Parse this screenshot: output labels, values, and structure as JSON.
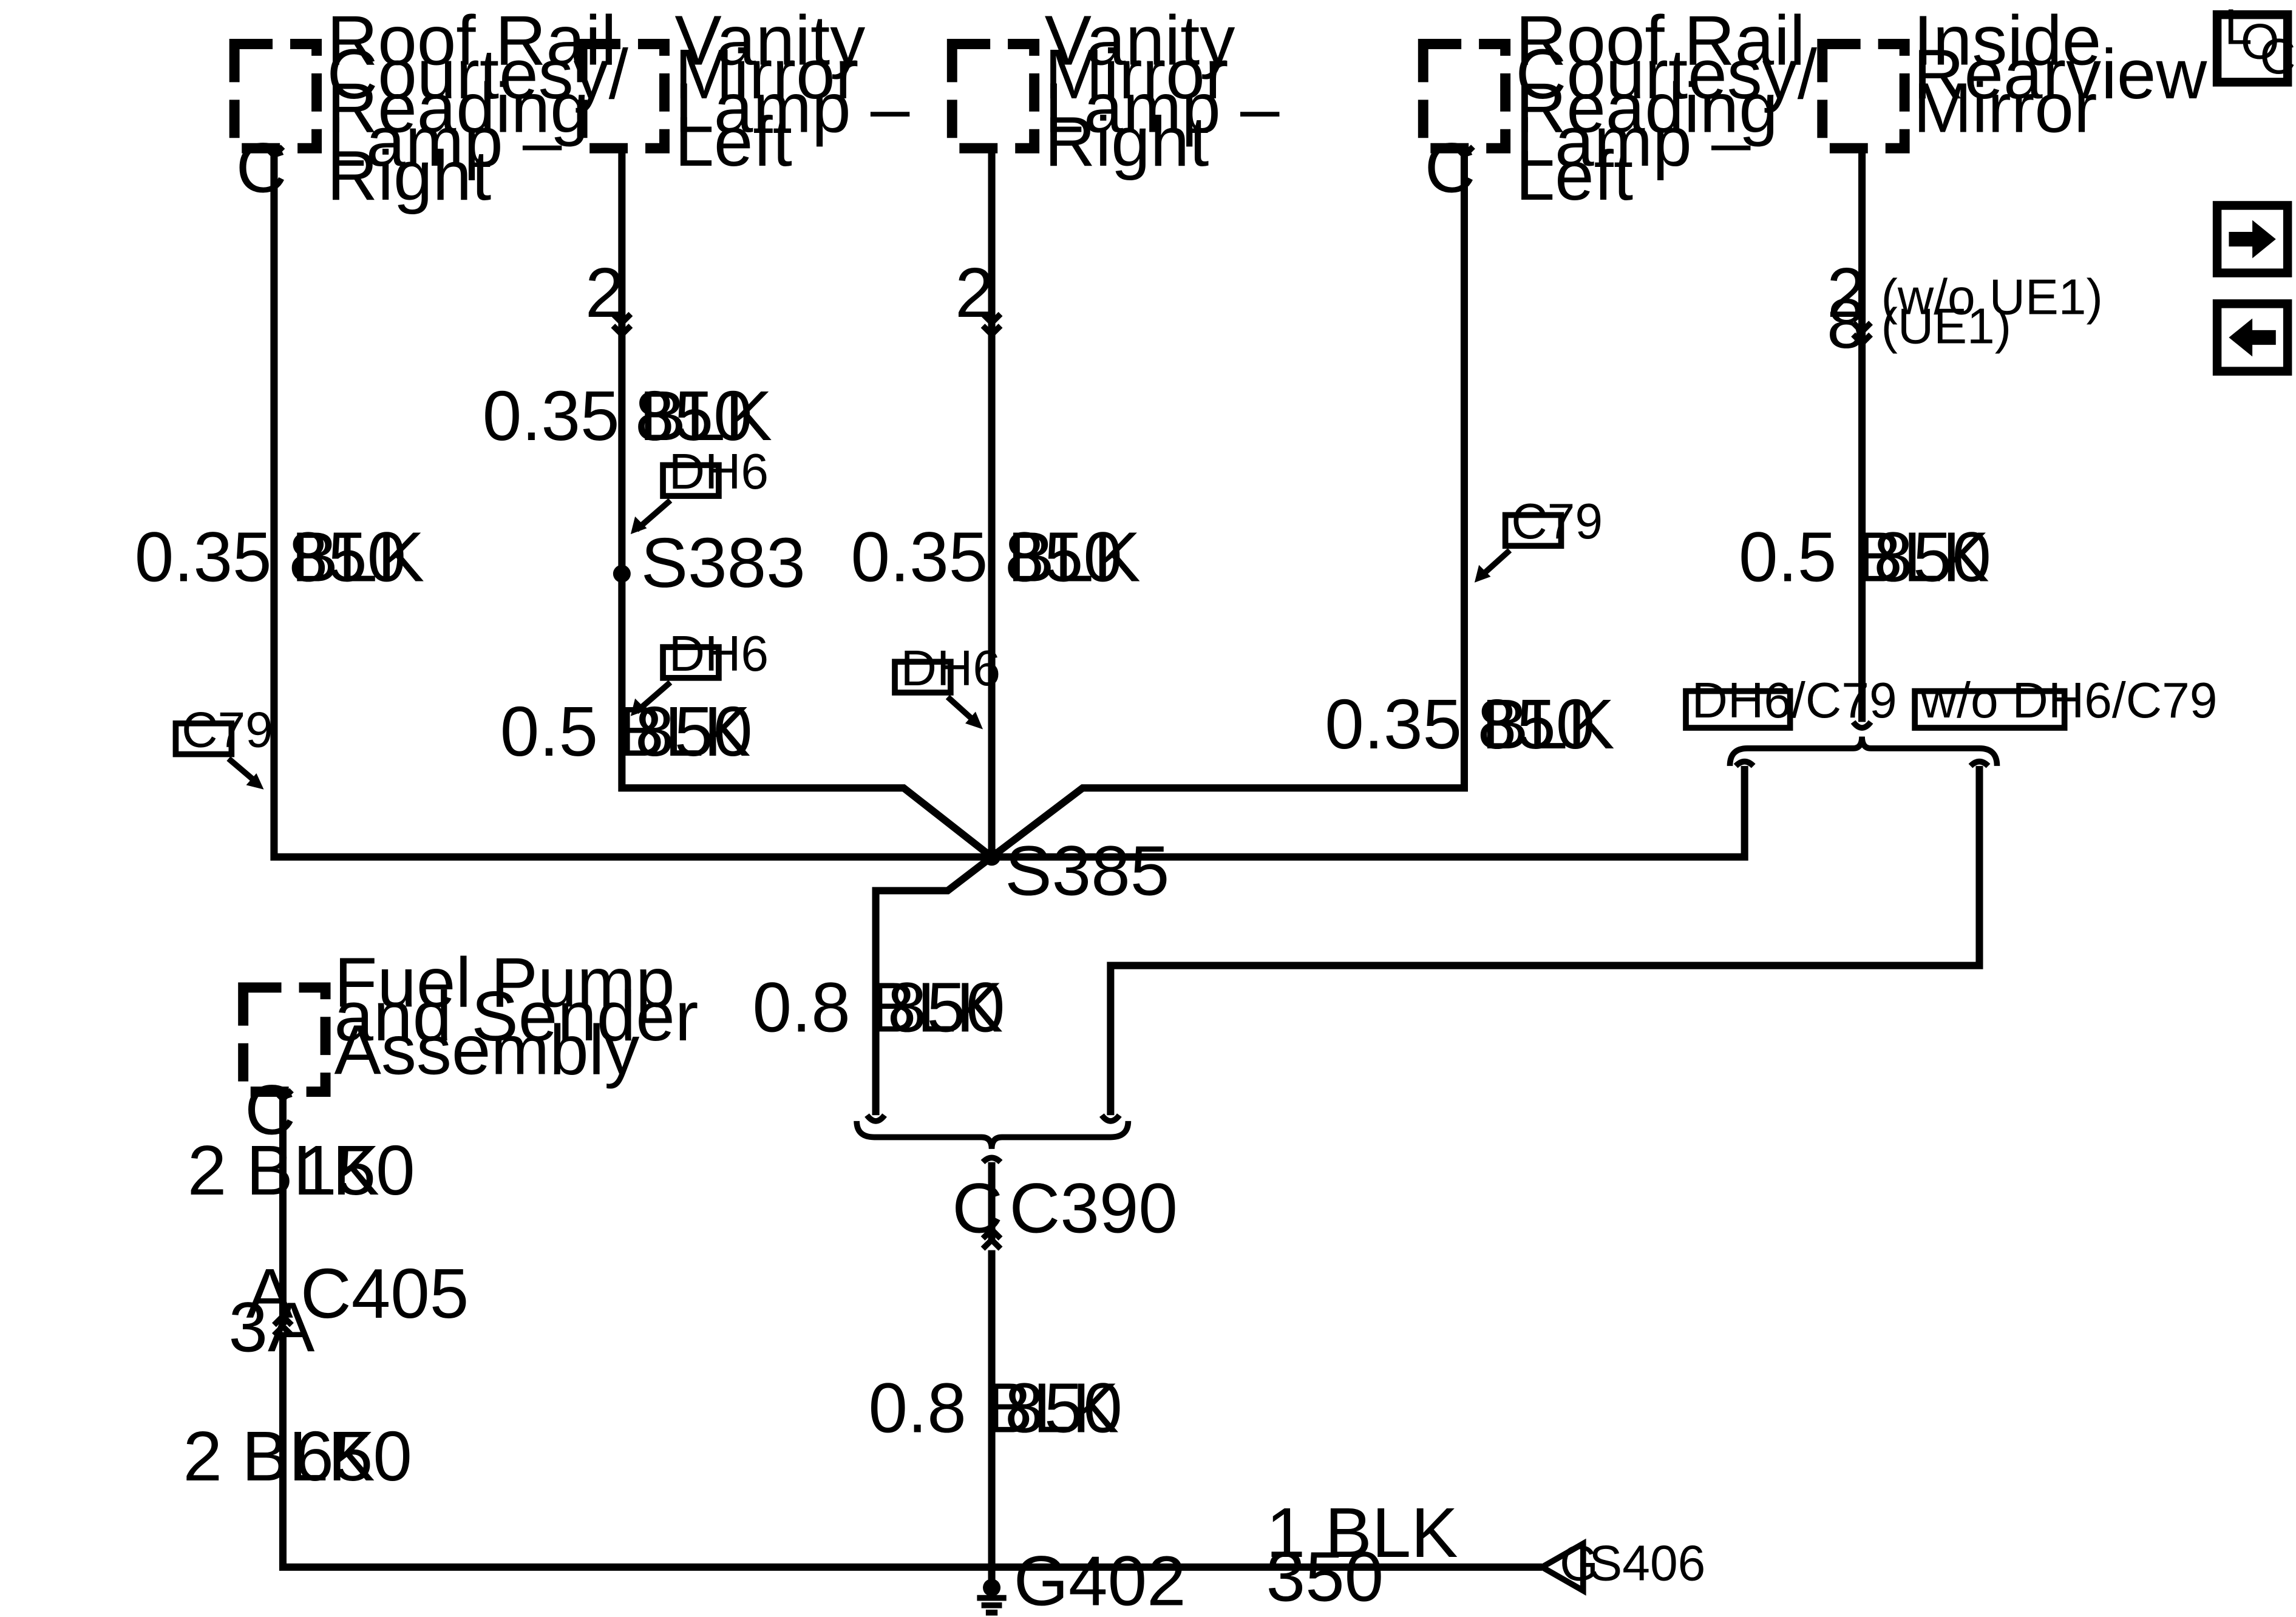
{
  "components": {
    "roof_rail_right": [
      "Roof Rail",
      "Courtesy/",
      "Reading",
      "Lamp –",
      "Right"
    ],
    "vanity_left": [
      "Vanity",
      "Mirror",
      "Lamp –",
      "Left"
    ],
    "vanity_right": [
      "Vanity",
      "Mirror",
      "Lamp –",
      "Right"
    ],
    "roof_rail_left": [
      "Roof Rail",
      "Courtesy/",
      "Reading",
      "Lamp –",
      "Left"
    ],
    "inside_mirror": [
      "Inside",
      "Rearview",
      "Mirror"
    ],
    "fuel_pump": [
      "Fuel Pump",
      "and Sender",
      "Assembly"
    ]
  },
  "pins": {
    "c": "C",
    "two": "2",
    "eight": "8",
    "a": "A",
    "three_a": "3A"
  },
  "wires": {
    "w035blk": "0.35 BLK",
    "w05blk": "0.5 BLK",
    "w08blk": "0.8 BLK",
    "w2blk": "2 BLK",
    "w1blk": "1 BLK",
    "c850": "850",
    "c150": "150",
    "c650": "650",
    "c350": "350"
  },
  "splices": {
    "s383": "S383",
    "s385": "S385",
    "s406": "S406"
  },
  "connectors": {
    "c390": "C390",
    "c405": "C405"
  },
  "ground": {
    "g402": "G402",
    "g": "G"
  },
  "options": {
    "dh6": "DH6",
    "c79": "C79",
    "dh6_c79": "DH6/C79",
    "wo_dh6_c79": "w/o DH6/C79",
    "wo_ue1": "(w/o UE1)",
    "ue1": "(UE1)"
  },
  "loc_icon": {
    "l": "L",
    "o": "O",
    "c": "C"
  },
  "icons": [
    "loc-icon",
    "arrow-right-icon",
    "arrow-left-icon"
  ]
}
